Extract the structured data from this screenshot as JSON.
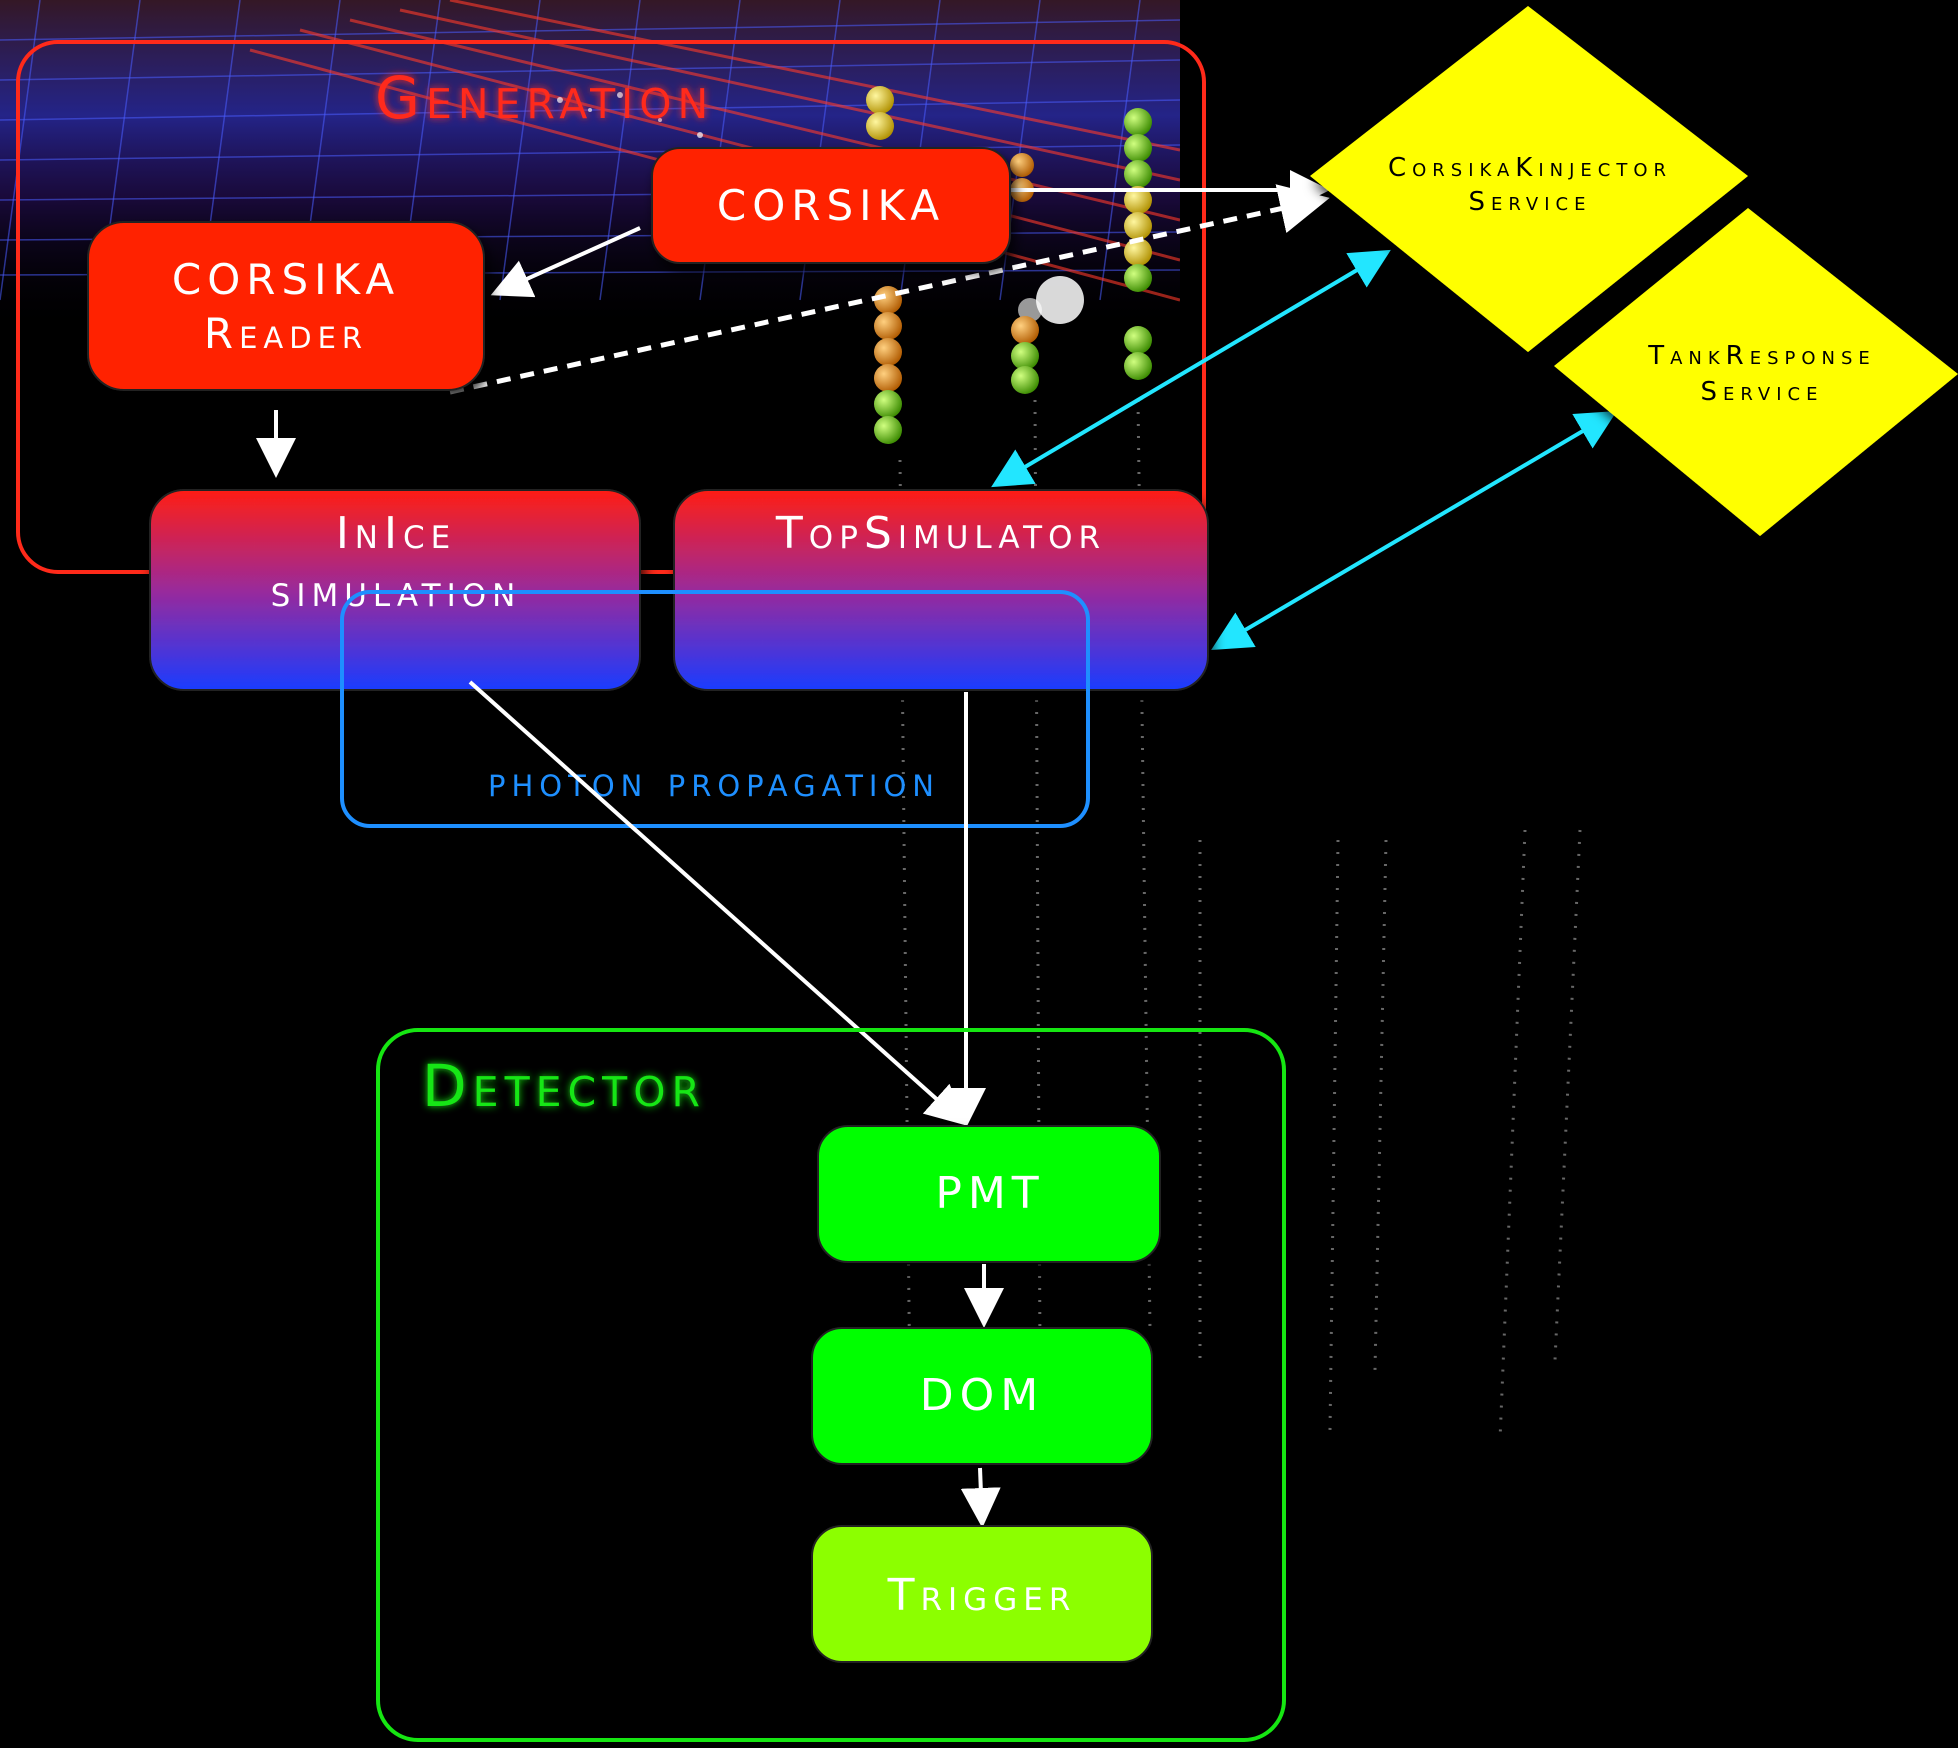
{
  "colors": {
    "generation": "#ff2a1a",
    "detector": "#16e612",
    "photon": "#1e8fff",
    "service": "#ffff00",
    "arrow_white": "#ffffff",
    "arrow_cyan": "#22e6ff",
    "red_box": "#ff2200",
    "green_box": "#00ff00",
    "trigger_box": "#8cff00"
  },
  "groups": {
    "generation": {
      "label": "Generation"
    },
    "detector": {
      "label": "Detector"
    },
    "photon_propagation": {
      "label": "photon propagation"
    }
  },
  "nodes": {
    "corsika": {
      "label": "CORSIKA"
    },
    "corsika_reader": {
      "line1": "CORSIKA",
      "line2": "Reader"
    },
    "inice": {
      "line1": "InIce",
      "line2": "simulation"
    },
    "topsimulator": {
      "label": "TopSimulator"
    },
    "pmt": {
      "label": "PMT"
    },
    "dom": {
      "label": "DOM"
    },
    "trigger": {
      "label": "Trigger"
    },
    "corsika_injector": {
      "line1": "CorsikaKinjector",
      "line2": "Service"
    },
    "tank_response": {
      "line1": "TankResponse",
      "line2": "Service"
    }
  }
}
